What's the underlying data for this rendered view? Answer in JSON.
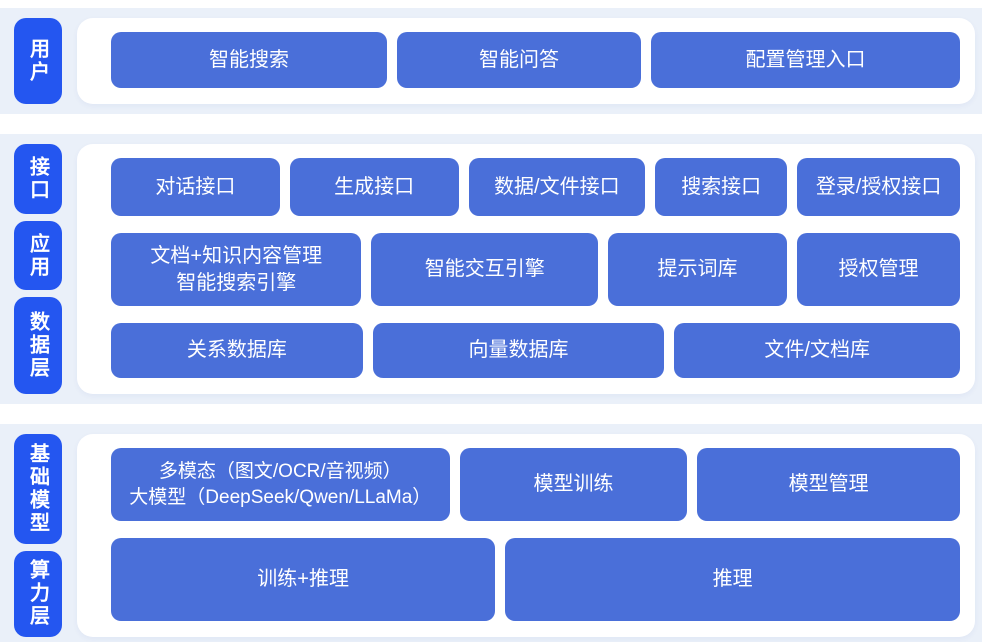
{
  "colors": {
    "layer_label_bg": "#2456f0",
    "block_bg": "#4a6fd9",
    "section_bg": "#eaf0f9",
    "panel_bg": "#ffffff",
    "text": "#ffffff"
  },
  "sections": [
    {
      "labels": [
        "用户"
      ],
      "rows": [
        [
          "智能搜索",
          "智能问答",
          "配置管理入口"
        ]
      ]
    },
    {
      "labels": [
        "接口",
        "应用",
        "数据层"
      ],
      "rows": [
        [
          "对话接口",
          "生成接口",
          "数据/文件接口",
          "搜索接口",
          "登录/授权接口"
        ],
        [
          "文档+知识内容管理\n智能搜索引擎",
          "智能交互引擎",
          "提示词库",
          "授权管理"
        ],
        [
          "关系数据库",
          "向量数据库",
          "文件/文档库"
        ]
      ]
    },
    {
      "labels": [
        "基础模型",
        "算力层"
      ],
      "rows": [
        [
          "多模态（图文/OCR/音视频）\n大模型（DeepSeek/Qwen/LLaMa）",
          "模型训练",
          "模型管理"
        ],
        [
          "训练+推理",
          "推理"
        ]
      ]
    }
  ]
}
